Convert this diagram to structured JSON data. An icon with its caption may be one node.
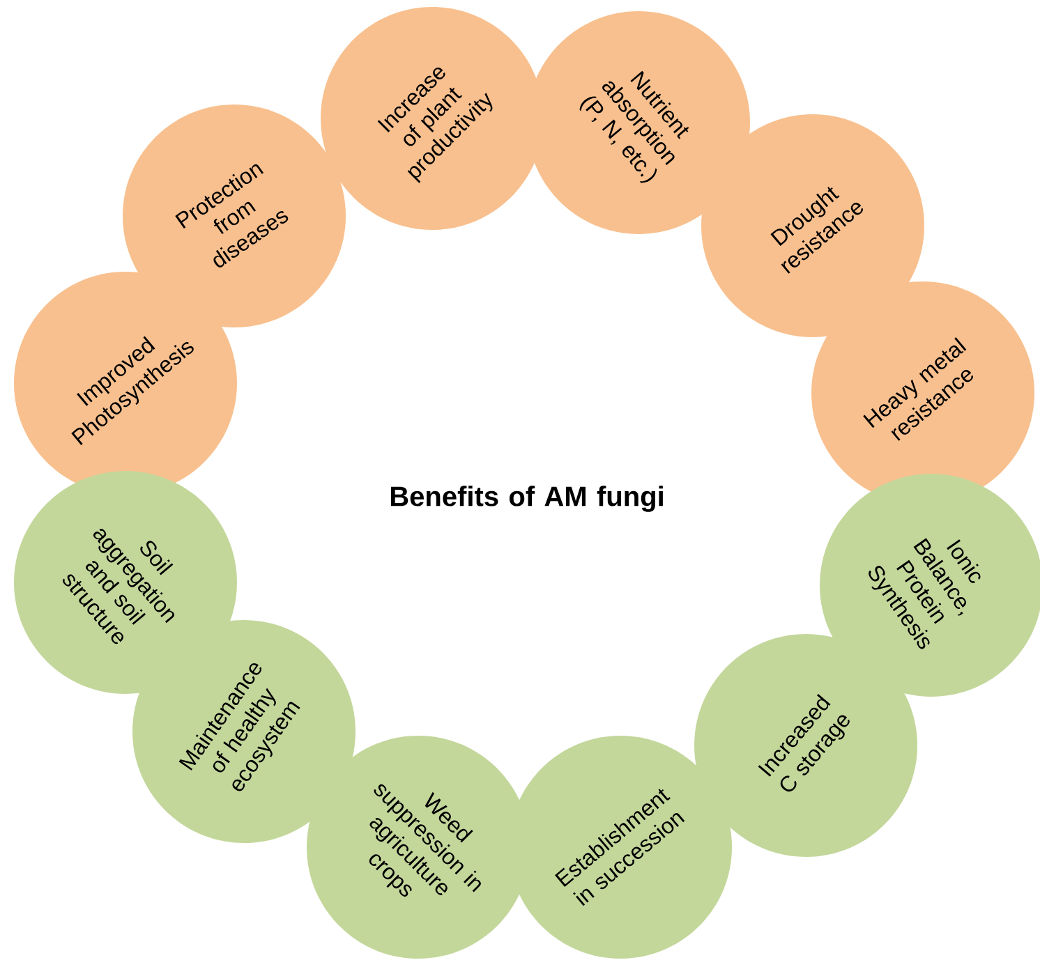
{
  "diagram": {
    "title": "Benefits of AM fungi",
    "nodes": [
      {
        "text": [
          "Improved Photosynthesis"
        ]
      },
      {
        "text": [
          "Protection from diseases"
        ]
      },
      {
        "text": [
          "Increase of plant productivity"
        ]
      },
      {
        "text": [
          "Nutrient absorption (P, N, etc.)"
        ]
      },
      {
        "text": [
          "Drought resistance"
        ]
      },
      {
        "text": [
          "Heavy metal resistance"
        ]
      },
      {
        "text": [
          "Ionic Balance, Protein Synthesis"
        ]
      },
      {
        "text": [
          "Increased C storage"
        ]
      },
      {
        "text": [
          "Establishment in succession"
        ]
      },
      {
        "text": [
          "Weed suppression in agriculture crops"
        ]
      },
      {
        "text": [
          "Maintenance of healthy ecosystem"
        ]
      },
      {
        "text": [
          "Soil aggregation and soil structure"
        ]
      }
    ]
  }
}
